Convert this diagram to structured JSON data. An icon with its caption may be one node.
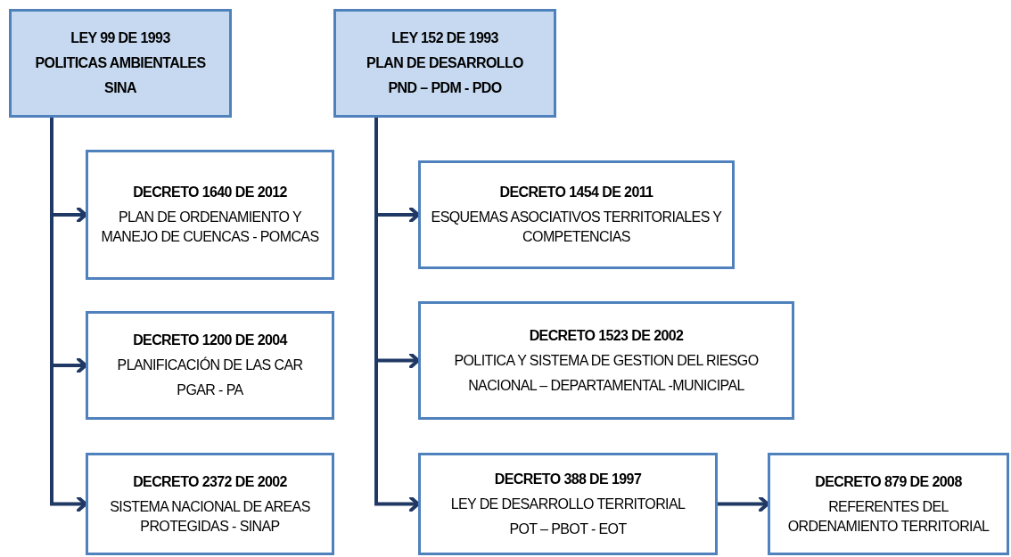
{
  "diagram": {
    "nodes": [
      {
        "text": [
          "LEY 99 DE 1993",
          "POLITICAS AMBIENTALES",
          "SINA"
        ]
      },
      {
        "text": [
          "LEY 152 DE 1993",
          "PLAN DE DESARROLLO",
          "PND – PDM - PDO"
        ]
      },
      {
        "text": [
          "DECRETO 1640 DE 2012",
          "PLAN DE ORDENAMIENTO Y MANEJO DE CUENCAS - POMCAS"
        ]
      },
      {
        "text": [
          "DECRETO 1200 DE 2004",
          "PLANIFICACIÓN DE LAS CAR",
          "PGAR - PA"
        ]
      },
      {
        "text": [
          "DECRETO 2372 DE 2002",
          "SISTEMA NACIONAL DE AREAS PROTEGIDAS - SINAP"
        ]
      },
      {
        "text": [
          "DECRETO 1454 DE 2011",
          "ESQUEMAS ASOCIATIVOS TERRITORIALES Y COMPETENCIAS"
        ]
      },
      {
        "text": [
          "DECRETO 1523 DE 2002",
          "POLITICA Y SISTEMA DE GESTION DEL RIESGO",
          "NACIONAL – DEPARTAMENTAL -MUNICIPAL"
        ]
      },
      {
        "text": [
          "DECRETO 388 DE 1997",
          "LEY DE DESARROLLO TERRITORIAL",
          "POT – PBOT - EOT"
        ]
      },
      {
        "text": [
          "DECRETO 879 DE 2008",
          "REFERENTES DEL ORDENAMIENTO TERRITORIAL"
        ]
      }
    ],
    "edges": [
      {
        "from": 0,
        "to": 2,
        "arrow": "to"
      },
      {
        "from": 0,
        "to": 3,
        "arrow": "to"
      },
      {
        "from": 0,
        "to": 4,
        "arrow": "to"
      },
      {
        "from": 1,
        "to": 5,
        "arrow": "to"
      },
      {
        "from": 1,
        "to": 6,
        "arrow": "to"
      },
      {
        "from": 1,
        "to": 7,
        "arrow": "to"
      },
      {
        "from": 7,
        "to": 8,
        "arrow": "to"
      }
    ]
  }
}
